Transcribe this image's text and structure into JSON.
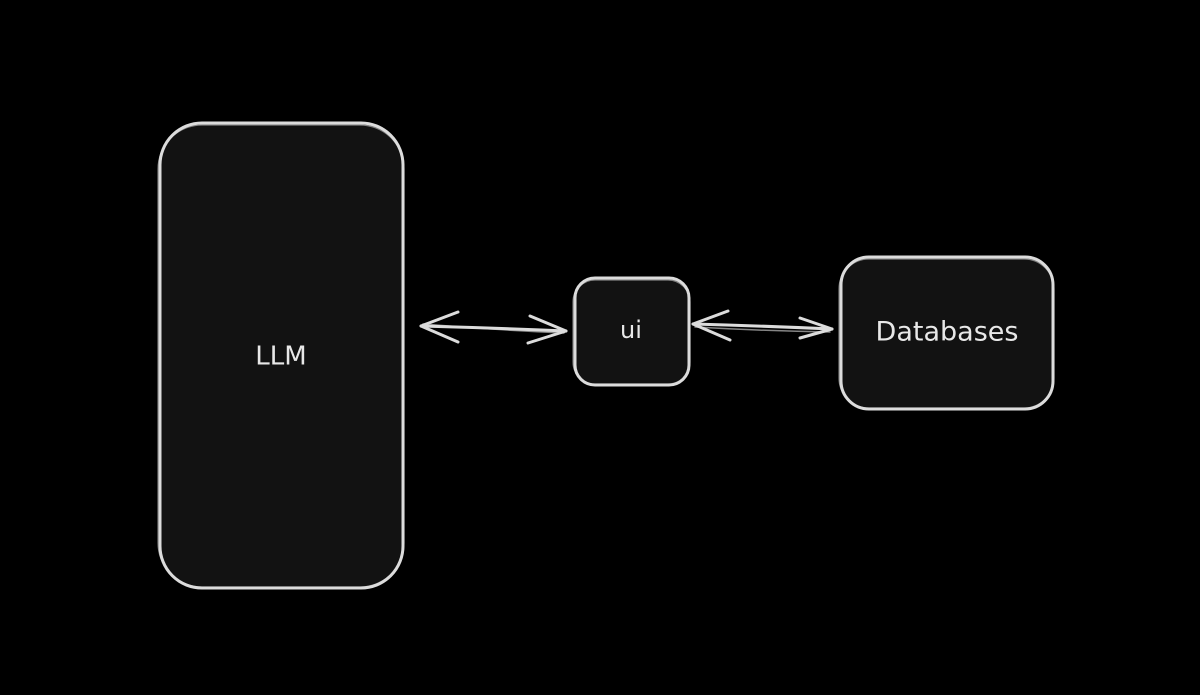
{
  "diagram": {
    "background": "#000000",
    "stroke_color": "#dcdcdc",
    "fill_color": "#121212",
    "text_color": "#e8e8e8",
    "nodes": {
      "llm": {
        "label": "LLM"
      },
      "ui": {
        "label": "ui"
      },
      "databases": {
        "label": "Databases"
      }
    },
    "edges": [
      {
        "from": "llm",
        "to": "ui",
        "direction": "bidirectional"
      },
      {
        "from": "ui",
        "to": "databases",
        "direction": "bidirectional"
      }
    ]
  }
}
